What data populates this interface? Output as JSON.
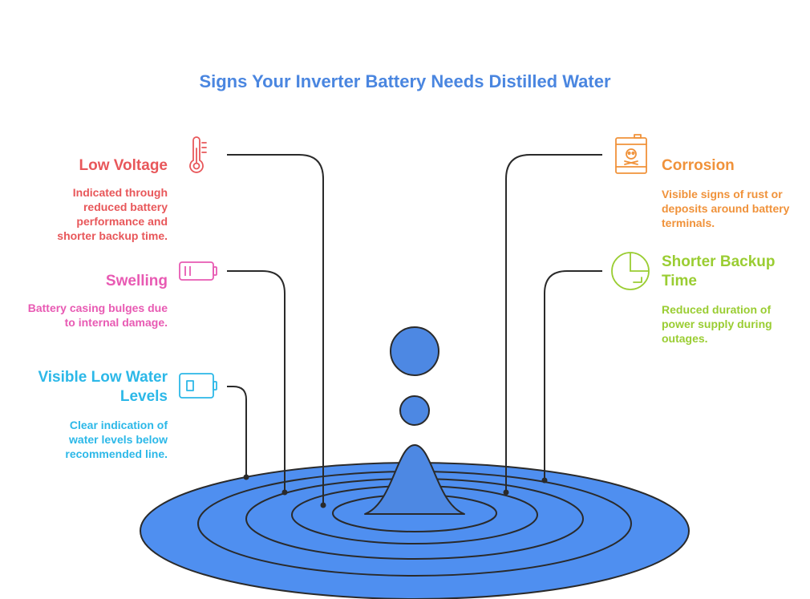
{
  "title": "Signs Your Inverter Battery Needs Distilled Water",
  "colors": {
    "title": "#4a86e0",
    "water": "#4d88e3",
    "ripple_fill": "#4f8ff0",
    "outline": "#2a2a2a",
    "low_voltage": "#e8575a",
    "swelling": "#e85ab3",
    "water_levels": "#2cb8e8",
    "corrosion": "#f0923a",
    "backup": "#9acd32"
  },
  "signs": {
    "low_voltage": {
      "heading": "Low Voltage",
      "description": "Indicated through reduced battery performance and shorter backup time.",
      "icon": "thermometer-icon"
    },
    "swelling": {
      "heading": "Swelling",
      "description": "Battery casing bulges due to internal damage.",
      "icon": "battery-icon"
    },
    "water_levels": {
      "heading": "Visible Low Water Levels",
      "description": "Clear indication of water levels below recommended line.",
      "icon": "battery-low-icon"
    },
    "corrosion": {
      "heading": "Corrosion",
      "description": "Visible signs of rust or deposits around battery terminals.",
      "icon": "toxic-barrel-icon"
    },
    "backup": {
      "heading": "Shorter Backup Time",
      "description": "Reduced duration of power supply during outages.",
      "icon": "clock-icon"
    }
  }
}
